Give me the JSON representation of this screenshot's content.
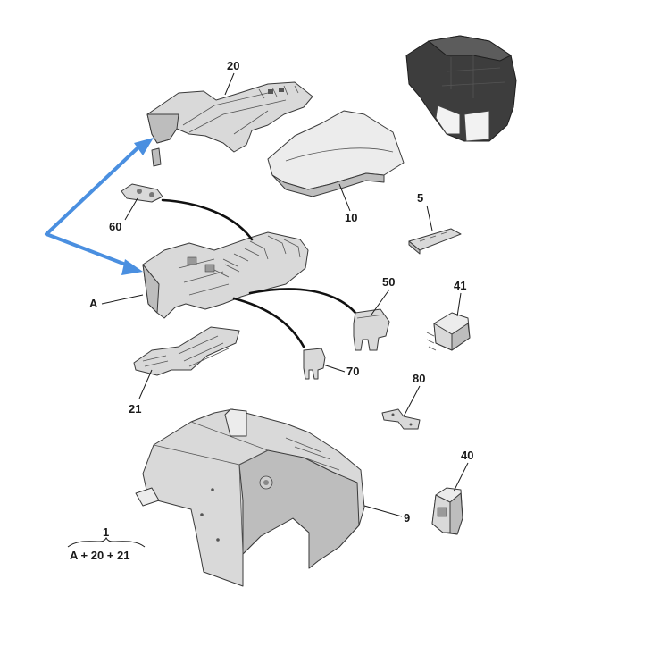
{
  "colors": {
    "arrow": "#4a8fe0",
    "part_fill": "#d9d9d9",
    "outline": "#3a3a3a",
    "cable": "#111111",
    "dark_part": "#3d3d3d"
  },
  "labels": {
    "p20": "20",
    "p10": "10",
    "p60": "60",
    "p5": "5",
    "pA": "A",
    "p50": "50",
    "p41": "41",
    "p70": "70",
    "p21": "21",
    "p80": "80",
    "p40": "40",
    "p9": "9",
    "kit_number": "1",
    "kit_formula": "A + 20 + 21"
  }
}
